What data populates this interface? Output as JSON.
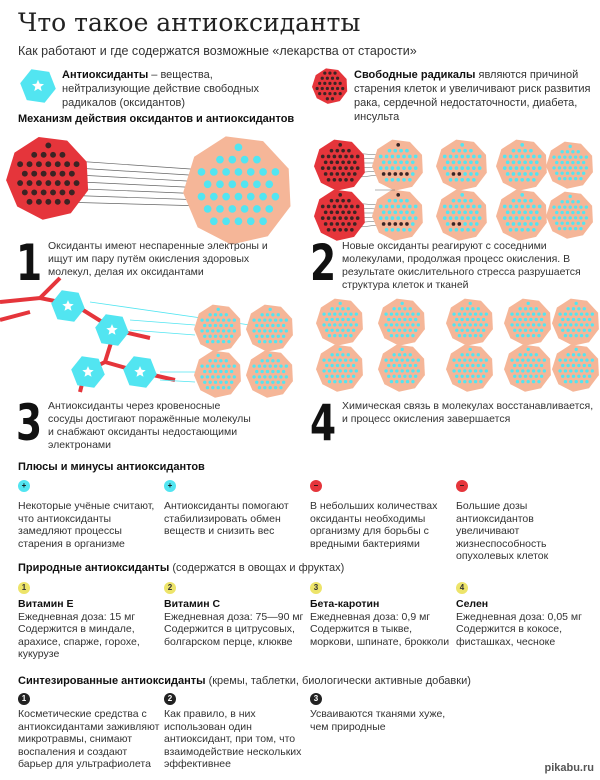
{
  "title": "Что такое антиоксиданты",
  "subtitle": "Как работают и где содержатся возможные «лекарства от старости»",
  "legend": {
    "antioxidants": {
      "term": "Антиоксиданты",
      "text": " – вещества, нейтрализующие действие свободных радикалов (оксидантов)"
    },
    "radicals": {
      "term": "Свободные радикалы",
      "text": " являются причиной старения клеток и увеличивают риск развития рака, сердечной недостаточности, диабета, инсульта"
    }
  },
  "mechanism": {
    "heading": "Механизм действия оксидантов и антиоксидантов",
    "steps": [
      {
        "num": "1",
        "text": "Оксиданты имеют неспаренные электроны и ищут им пару путём окисления здоровых молекул, делая их оксидантами"
      },
      {
        "num": "2",
        "text": "Новые оксиданты реагируют с соседними молекулами, продолжая процесс окисления. В результате окислительного стресса разрушается структура клеток и тканей"
      },
      {
        "num": "3",
        "text": "Антиоксиданты через кровеносные сосуды достигают поражённые молекулы и снабжают оксиданты недостающими электронами"
      },
      {
        "num": "4",
        "text": "Химическая связь в молекулах восстанавливается, и процесс окисления завершается"
      }
    ]
  },
  "pros_cons": {
    "heading": "Плюсы и минусы антиоксидантов",
    "items": [
      {
        "sign": "+",
        "text": "Некоторые учёные считают, что антиоксиданты замедляют процессы старения в организме"
      },
      {
        "sign": "+",
        "text": "Антиоксиданты помогают стабилизировать обмен веществ и снизить вес"
      },
      {
        "sign": "–",
        "text": "В небольших количествах оксиданты необходимы организму для борьбы с вредными бактериями"
      },
      {
        "sign": "–",
        "text": "Большие дозы антиоксидантов увеличивают жизнеспособность опухолевых клеток"
      }
    ]
  },
  "natural": {
    "heading": "Природные антиоксиданты",
    "note": " (содержатся в овощах и фруктах)",
    "items": [
      {
        "num": "1",
        "name": "Витамин Е",
        "dose": "Ежедневная доза: 15 мг",
        "source": "Содержится в миндале, арахисе, спарже, горохе, кукурузе"
      },
      {
        "num": "2",
        "name": "Витамин С",
        "dose": "Ежедневная доза: 75—90 мг",
        "source": "Содержится в цитрусовых, болгарском перце, клюкве"
      },
      {
        "num": "3",
        "name": "Бета-каротин",
        "dose": "Ежедневная доза: 0,9 мг",
        "source": "Содержится в тыкве, моркови, шпинате, брокколи"
      },
      {
        "num": "4",
        "name": "Селен",
        "dose": "Ежедневная доза: 0,05 мг",
        "source": "Содержится в кокосе, фисташках, чесноке"
      }
    ]
  },
  "synthetic": {
    "heading": "Синтезированные антиоксиданты",
    "note": " (кремы, таблетки, биологически активные добавки)",
    "items": [
      {
        "num": "1",
        "text": "Косметические средства с антиоксидантами заживляют микротравмы, снимают воспаления и создают барьер для ультрафиолета"
      },
      {
        "num": "2",
        "text": "Как правило, в них использован один антиоксидант, при том, что взаимодействие нескольких эффективнее"
      },
      {
        "num": "3",
        "text": "Усваиваются тканями хуже, чем природные"
      }
    ]
  },
  "watermark": "pikabu.ru",
  "colors": {
    "cyan": "#52e5f1",
    "red": "#e5353b",
    "peach": "#f5b698",
    "dot": "#3b2424",
    "yellow": "#ede46a",
    "dark": "#222222"
  }
}
